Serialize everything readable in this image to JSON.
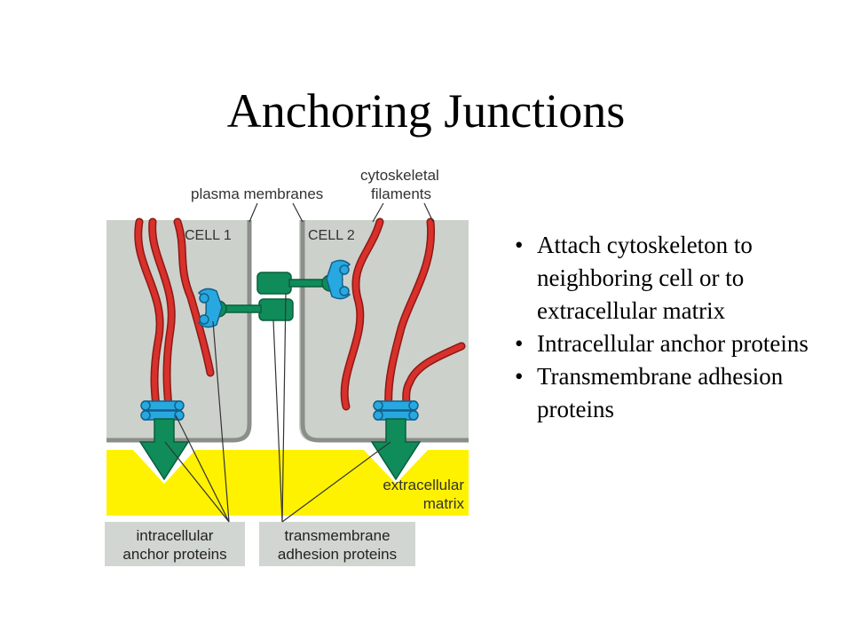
{
  "slide": {
    "title": "Anchoring Junctions"
  },
  "diagram": {
    "labels": {
      "plasma_membranes": "plasma membranes",
      "cytoskeletal_line1": "cytoskeletal",
      "cytoskeletal_line2": "filaments",
      "cell1": "CELL 1",
      "cell2": "CELL 2",
      "ecm_line1": "extracellular",
      "ecm_line2": "matrix",
      "anchor_line1": "intracellular",
      "anchor_line2": "anchor proteins",
      "adhesion_line1": "transmembrane",
      "adhesion_line2": "adhesion proteins"
    },
    "colors": {
      "cell": "#cdd1cc",
      "membrane": "#8a8f8a",
      "filament": "#d8302a",
      "anchor_protein": "#28a8e0",
      "adhesion_protein": "#0f8c5a",
      "matrix": "#fff200",
      "label_box": "#d2d6d2"
    }
  },
  "bullets": [
    {
      "text": "Attach cytoskeleton to neighboring cell or to extracellular matrix"
    },
    {
      "text": "Intracellular anchor proteins"
    },
    {
      "text": "Transmembrane adhesion proteins"
    }
  ]
}
